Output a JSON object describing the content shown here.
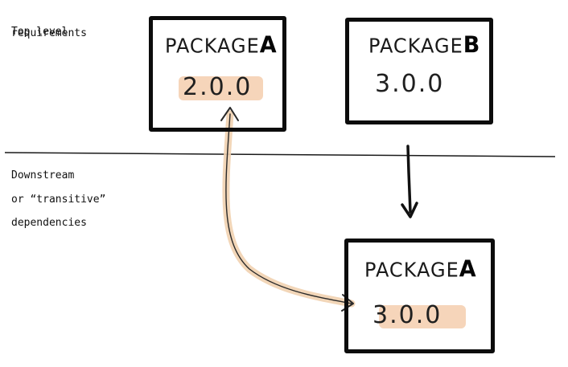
{
  "labels": {
    "top_level": [
      "Top level",
      "requirements"
    ],
    "downstream": [
      "Downstream",
      "or “transitive”",
      "dependencies"
    ]
  },
  "packages": [
    {
      "id": "top-a",
      "title": "PACKAGE",
      "letter": "A",
      "version": "2.0.0",
      "highlighted": true
    },
    {
      "id": "top-b",
      "title": "PACKAGE",
      "letter": "B",
      "version": "3.0.0",
      "highlighted": false
    },
    {
      "id": "down-a",
      "title": "PACKAGE",
      "letter": "A",
      "version": "3.0.0",
      "highlighted": true
    }
  ],
  "colors": {
    "highlight": "#f3c7a3",
    "ink": "#0c0c0c",
    "conflict_arrow_glow": "#f1d2b0"
  }
}
